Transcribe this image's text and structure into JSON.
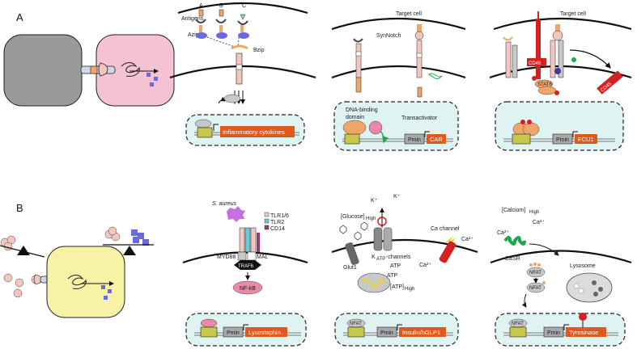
{
  "panels": {
    "a": "A",
    "b": "B"
  },
  "row_a": {
    "zipper": {
      "antigen_letters": [
        "A",
        "B",
        "C"
      ],
      "antigens": "Antigens",
      "azip": "Azip",
      "bzip": "Bzip",
      "gene": "Inflammatory cytokines"
    },
    "synnotch": {
      "target_cell": "Target cell",
      "synnotch": "SynNotch",
      "dna_binding_line1": "DNA-binding",
      "dna_binding_line2": "domain",
      "transactivator": "Transactivator",
      "pmin": "Pmin",
      "gene": "CAR"
    },
    "cd45": {
      "target_cell": "Target cell",
      "cd45_left": "CD45",
      "cd45_right": "CD45",
      "stat6": "STAT6",
      "pmin": "Pmin",
      "gene": "FCU1"
    }
  },
  "row_b": {
    "tlr": {
      "organism": "S. aureus",
      "legend": [
        "TLR1/6",
        "TLR2",
        "CD14"
      ],
      "myd88": "MYD88",
      "mal": "MAL",
      "traf6": "TRAF6",
      "nfkb": "NF-kB",
      "pmin": "Pmin",
      "gene": "Lysostaphin"
    },
    "glucose": {
      "glucose": "[Glucose]",
      "glucose_sub": "High",
      "k1": "K⁺",
      "k2": "K⁺",
      "ca_channel": "Ca channel",
      "ca1": "Ca²⁺",
      "ca2": "Ca²⁺",
      "glut1": "Glut1",
      "katp": "K",
      "katp_sub": "ATP",
      "katp_rest": "-channels",
      "atp1": "ATP",
      "atp2": "ATP",
      "atp_high": "[ATP]",
      "atp_high_sub": "High",
      "nfat": "NFAT",
      "pmin": "Pmin",
      "gene": "Insulin/hGLP1"
    },
    "calcium": {
      "calcium": "[Calcium]",
      "calcium_sub": "High",
      "ca1": "Ca²⁺",
      "ca2": "Ca²⁺",
      "casr": "CaSR",
      "nfat1": "NFAT",
      "nfat2": "NFAT",
      "lysosome": "Lysosome",
      "nfat3": "NFAT",
      "pmin": "Pmin",
      "gene": "Tyrosinase"
    }
  },
  "colors": {
    "nucleus_fill": "#dff3f3",
    "gene_box": "#e05a1e",
    "pmin_box": "#a9a9a9",
    "activator": "#f0a66a",
    "promoter": "#c8c84a",
    "receptor_pink": "#f2c7bf",
    "membrane": "#111111",
    "cell_pink": "#f4c2d2",
    "cell_gray": "#9a9a9a",
    "cell_yellow": "#f7f2a6",
    "ligand_blue": "#6a6ae0",
    "red": "#d42020"
  }
}
